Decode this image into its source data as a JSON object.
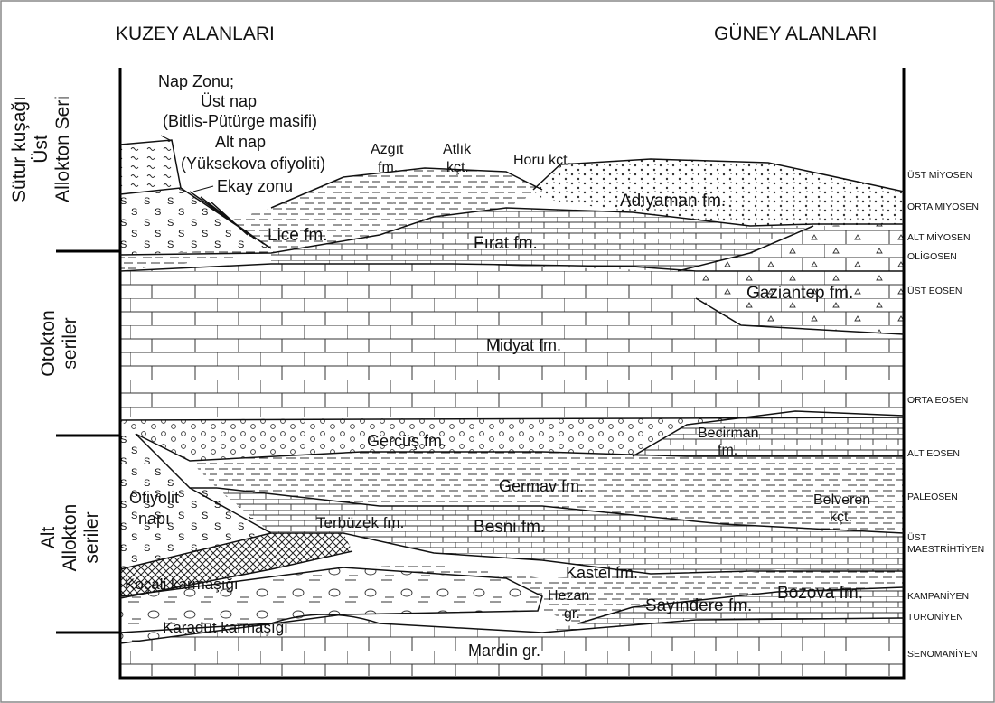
{
  "header": {
    "north": "KUZEY ALANLARI",
    "south": "GÜNEY ALANLARI"
  },
  "series": {
    "upper_1": "Sütur kuşağı",
    "upper_2": "Üst",
    "upper_3": "Allokton Seri",
    "middle_1": "Otokton",
    "middle_2": "seriler",
    "lower_1": "Alt",
    "lower_2": "Allokton",
    "lower_3": "seriler"
  },
  "ages": [
    "ÜST MİYOSEN",
    "ORTA MİYOSEN",
    "ALT MİYOSEN",
    "OLİGOSEN",
    "ÜST EOSEN",
    "ORTA EOSEN",
    "ALT EOSEN",
    "PALEOSEN",
    "ÜST",
    "MAESTRİHTİYEN",
    "KAMPANİYEN",
    "TURONİYEN",
    "SENOMANİYEN"
  ],
  "labels": {
    "nap_zonu": "Nap Zonu;",
    "ust_nap": "Üst nap",
    "bitlis": "(Bitlis-Pütürge masifi)",
    "alt_nap": "Alt nap",
    "yuksekova": "(Yüksekova ofiyoliti)",
    "ekay": "Ekay zonu",
    "azgit_1": "Azgıt",
    "azgit_2": "fm.",
    "atlik_1": "Atlık",
    "atlik_2": "kçt.",
    "horu": "Horu kçt.",
    "adiyaman": "Adıyaman fm.",
    "lice": "Lice fm.",
    "firat": "Fırat fm.",
    "gaziantep": "Gaziantep fm.",
    "midyat": "Midyat fm.",
    "gercus": "Gercüş fm.",
    "becirman_1": "Becirman",
    "becirman_2": "fm.",
    "germav": "Germav fm.",
    "belveren_1": "Belveren",
    "belveren_2": "kçt.",
    "ofiyolit_1": "Ofiyolit",
    "ofiyolit_2": "napı",
    "terbuzek": "Terbüzek fm.",
    "besni": "Besni fm.",
    "kocali": "Koçali karmaşığı",
    "karadut": "Karadut karmaşığı",
    "kastel": "Kastel fm.",
    "hezan_1": "Hezan",
    "hezan_2": "gr.",
    "bozova": "Bozova fm.",
    "sayindere": "Sayındere fm.",
    "mardin": "Mardin gr."
  }
}
